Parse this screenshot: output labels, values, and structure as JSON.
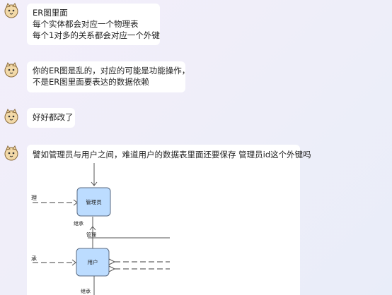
{
  "messages": [
    {
      "lines": [
        "ER图里面",
        "每个实体都会对应一个物理表",
        "每个1对多的关系都会对应一个外键"
      ]
    },
    {
      "lines": [
        "你的ER图是乱的，对应的可能是功能操作，",
        "不是ER图里面要表达的数据依赖"
      ]
    },
    {
      "lines": [
        "好好都改了"
      ]
    },
    {
      "lines": [
        "譬如管理员与用户之间，难道用户的数据表里面还要保存 管理员id这个外键吗"
      ]
    }
  ],
  "diagram": {
    "label_li": "理",
    "label_cheng": "承",
    "entity_admin": "管理员",
    "entity_user": "用户",
    "label_inherit_1": "继承",
    "label_manage": "管理",
    "label_inherit_2": "继承"
  },
  "colors": {
    "entity_fill": "#bcdcff",
    "entity_stroke": "#5a6a80",
    "bubble_bg": "#ffffff"
  }
}
